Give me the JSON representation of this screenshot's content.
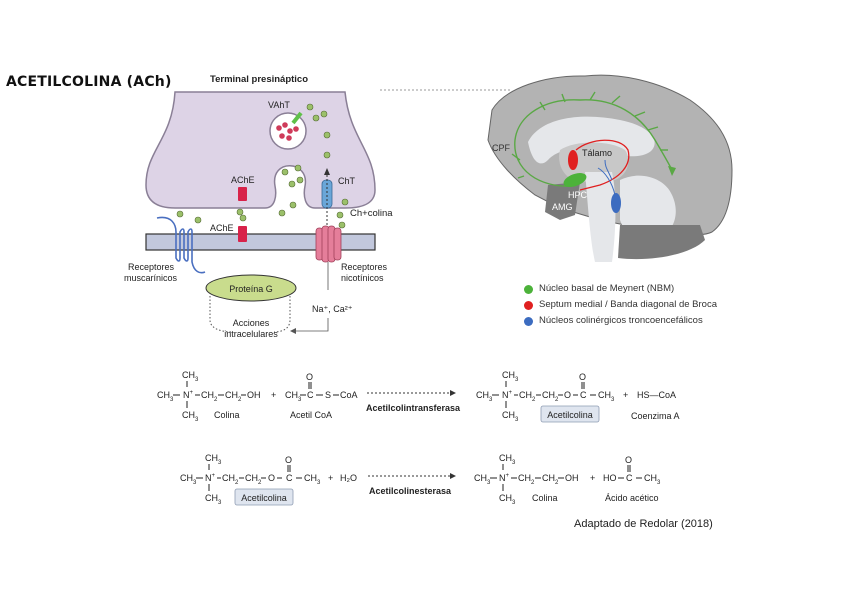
{
  "title": "ACETILCOLINA (ACh)",
  "synapse": {
    "terminal_label": "Terminal presináptico",
    "vaht_label": "VAhT",
    "ache_label_top": "AChE",
    "ache_label_bottom": "AChE",
    "cht_label": "ChT",
    "choline_label": "Ch+colina",
    "muscarinic_label_1": "Receptores",
    "muscarinic_label_2": "muscarínicos",
    "nicotinic_label_1": "Receptores",
    "nicotinic_label_2": "nicotínicos",
    "protein_g_label": "Proteína G",
    "actions_label_1": "Acciones",
    "actions_label_2": "intracelulares",
    "ions_label": "Na⁺, Ca²⁺",
    "colors": {
      "terminal": "#ddd3e6",
      "membrane": "#c2c8dd",
      "ache": "#d8234a",
      "cht": "#6aa6d8",
      "nicotinic": "#e57e9a",
      "muscarinic": "#4a6fc0",
      "ach_dot": "#9bc06a",
      "vesicle_dot": "#cf3b5a",
      "protein_g": "#c9dc8d"
    }
  },
  "brain": {
    "labels": {
      "cpf": "CPF",
      "talamo": "Tálamo",
      "hpc": "HPC",
      "amg": "AMG"
    },
    "colors": {
      "cortex": "#b3b3b3",
      "inner": "#e5e7ea",
      "dark": "#7a7a7a",
      "nbm": "#4cb23a",
      "septum": "#e02020",
      "brainstem": "#3c6cc0"
    }
  },
  "legend": [
    {
      "label": "Núcleo basal de Meynert (NBM)",
      "color": "#4cb23a"
    },
    {
      "label": "Septum medial / Banda diagonal de Broca",
      "color": "#e02020"
    },
    {
      "label": "Núcleos colinérgicos troncoencefálicos",
      "color": "#3c6cc0"
    }
  ],
  "reaction1": {
    "choline_name": "Colina",
    "acetylcoa_name": "Acetil CoA",
    "enzyme": "Acetilcolintransferasa",
    "product_name": "Acetilcolina",
    "coenzyme_formula": "HS—CoA",
    "coenzyme_name": "Coenzima A"
  },
  "reaction2": {
    "substrate_name": "Acetilcolina",
    "water": "H₂O",
    "enzyme": "Acetilcolinesterasa",
    "choline_name": "Colina",
    "acid_name": "Ácido acético"
  },
  "credit": "Adaptado de Redolar (2018)"
}
